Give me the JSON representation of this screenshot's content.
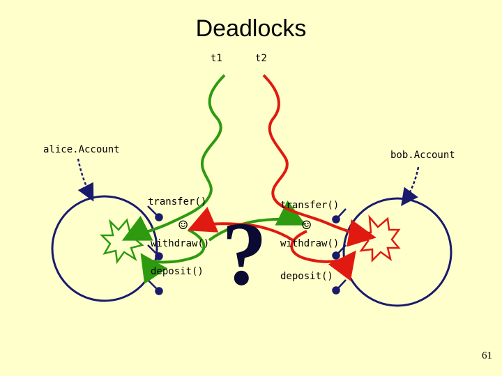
{
  "slide": {
    "title": "Deadlocks",
    "page_number": "61"
  },
  "threads": {
    "t1": {
      "label": "t1",
      "color": "#2E9A10"
    },
    "t2": {
      "label": "t2",
      "color": "#E01A10"
    }
  },
  "objects": {
    "alice": {
      "label": "alice.Account",
      "methods": [
        "transfer()",
        "withdraw()",
        "deposit()"
      ]
    },
    "bob": {
      "label": "bob.Account",
      "methods": [
        "transfer()",
        "withdraw()",
        "deposit()"
      ]
    }
  },
  "question_mark": "?",
  "colors": {
    "background": "#FFFFCC",
    "object_outline": "#1A1A6E",
    "lock_burst": "#E01A10"
  }
}
